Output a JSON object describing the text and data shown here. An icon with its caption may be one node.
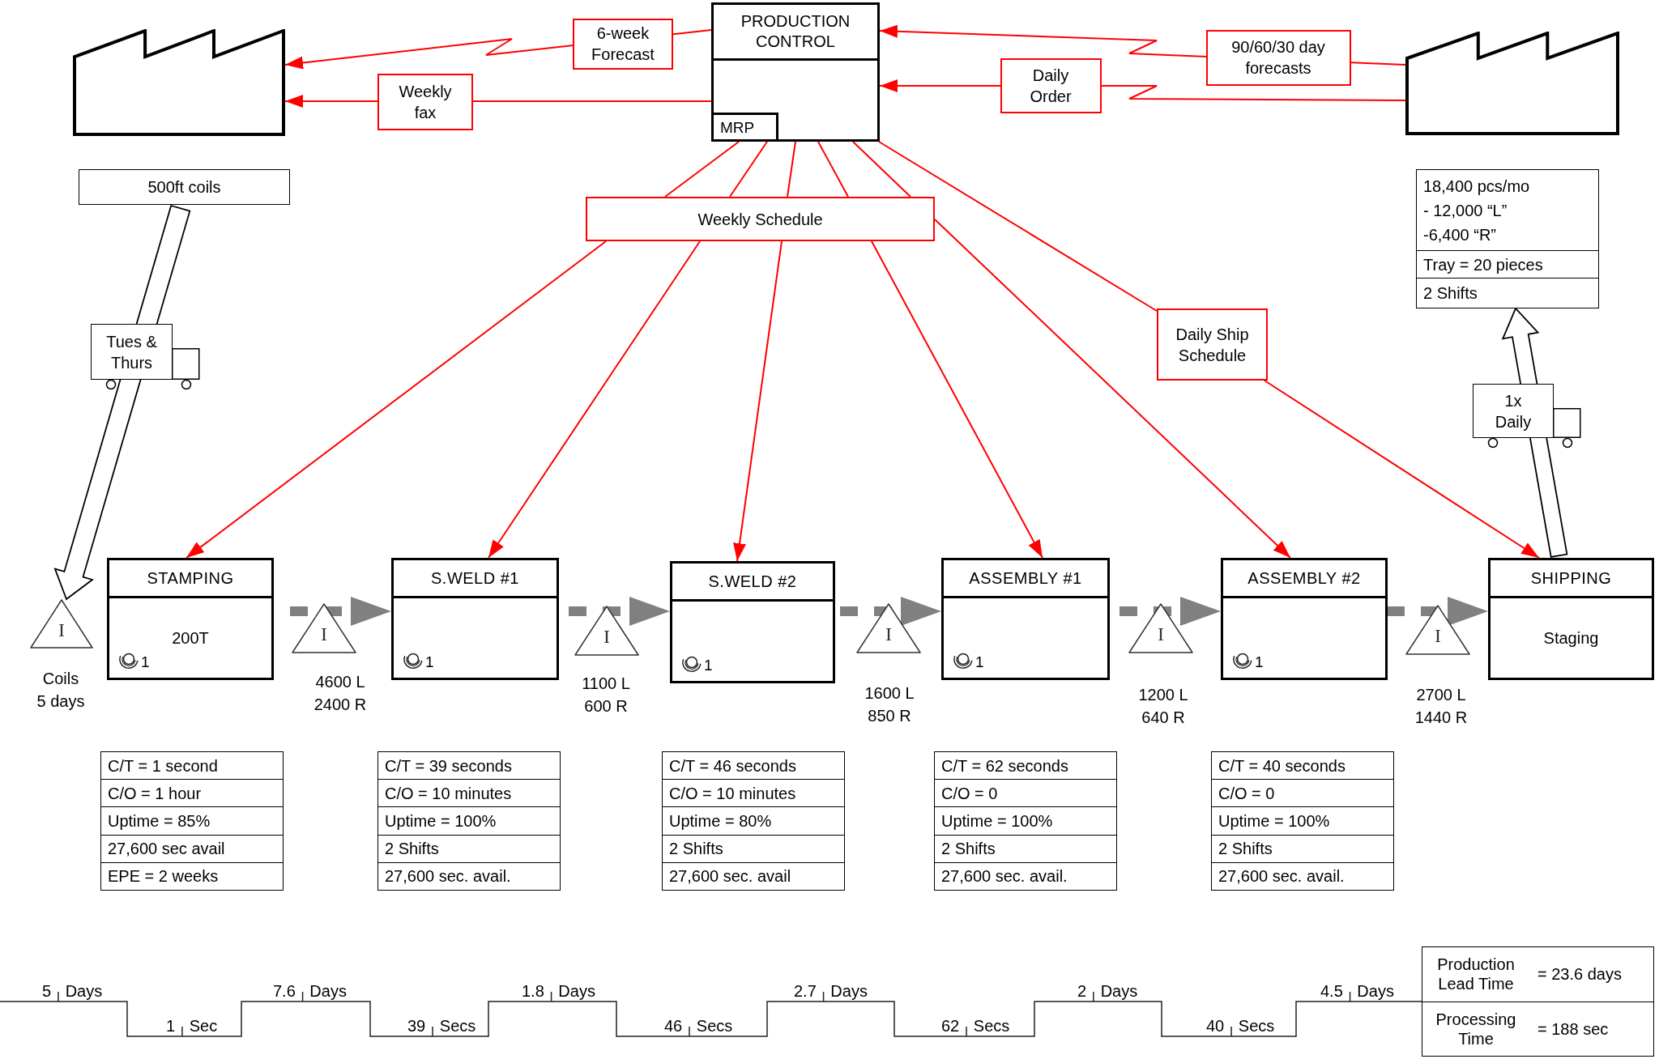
{
  "diagram": {
    "nodes": [
      {
        "text": [],
        "shape": "factory"
      },
      {
        "text": [
          "PRODUCTION CONTROL"
        ]
      },
      {
        "text": [
          "MRP"
        ],
        "in": 1
      },
      {
        "text": [],
        "shape": "factory"
      },
      {
        "text": [
          "500ft coils"
        ]
      },
      {
        "text": [
          "Weekly Schedule"
        ]
      },
      {
        "text": [
          "18,400 pcs/mo",
          "- 12,000 “L”",
          "-6,400 “R”",
          "Tray = 20 pieces",
          "2 Shifts"
        ]
      },
      {
        "text": [
          "Daily Ship Schedule"
        ]
      },
      {
        "text": [
          "I"
        ],
        "beside": [
          "Coils 5 days"
        ]
      },
      {
        "text": [
          "STAMPING",
          "200T",
          "1"
        ]
      },
      {
        "text": [
          "I"
        ],
        "beside": [
          "4600 L 2400 R"
        ]
      },
      {
        "text": [
          "S.WELD #1",
          "1"
        ]
      },
      {
        "text": [
          "I"
        ],
        "beside": [
          "1100 L 600 R"
        ]
      },
      {
        "text": [
          "S.WELD #2",
          "1"
        ]
      },
      {
        "text": [
          "I"
        ],
        "beside": [
          "1600 L 850 R"
        ]
      },
      {
        "text": [
          "ASSEMBLY #1",
          "1"
        ]
      },
      {
        "text": [
          "I"
        ],
        "beside": [
          "1200 L 640 R"
        ]
      },
      {
        "text": [
          "ASSEMBLY #2",
          "1"
        ]
      },
      {
        "text": [
          "I"
        ],
        "beside": [
          "2700 L 1440 R"
        ]
      },
      {
        "text": [
          "SHIPPING",
          "Staging"
        ]
      },
      {
        "text": [
          "C/T = 1 second",
          "C/O = 1 hour",
          "Uptime = 85%",
          "27,600 sec avail",
          "EPE = 2 weeks"
        ]
      },
      {
        "text": [
          "C/T = 39 seconds",
          "C/O = 10 minutes",
          "Uptime = 100%",
          "2 Shifts",
          "27,600 sec. avail."
        ]
      },
      {
        "text": [
          "C/T = 46 seconds",
          "C/O = 10 minutes",
          "Uptime = 80%",
          "2 Shifts",
          "27,600 sec. avail"
        ]
      },
      {
        "text": [
          "C/T = 62 seconds",
          "C/O = 0",
          "Uptime = 100%",
          "2 Shifts",
          "27,600 sec. avail."
        ]
      },
      {
        "text": [
          "C/T = 40 seconds",
          "C/O = 0",
          "Uptime = 100%",
          "2 Shifts",
          "27,600 sec. avail."
        ]
      },
      {
        "text": [
          "Production Lead Time",
          "= 23.6 days",
          "Processing Time",
          "= 188 sec"
        ]
      }
    ],
    "edges": [
      {
        "from": 1,
        "to": 0,
        "arrow": "to",
        "label": "6-week Forecast"
      },
      {
        "from": 1,
        "to": 0,
        "arrow": "to",
        "label": "Weekly fax"
      },
      {
        "from": 3,
        "to": 1,
        "arrow": "to",
        "label": "90/60/30 day forecasts"
      },
      {
        "from": 3,
        "to": 1,
        "arrow": "to",
        "label": "Daily Order"
      },
      {
        "from": 1,
        "to": 5,
        "arrow": "none"
      },
      {
        "from": 1,
        "to": 5,
        "arrow": "none"
      },
      {
        "from": 1,
        "to": 5,
        "arrow": "none"
      },
      {
        "from": 1,
        "to": 5,
        "arrow": "none"
      },
      {
        "from": 1,
        "to": 5,
        "arrow": "none"
      },
      {
        "from": 5,
        "to": 9,
        "arrow": "to"
      },
      {
        "from": 5,
        "to": 11,
        "arrow": "to"
      },
      {
        "from": 5,
        "to": 13,
        "arrow": "to"
      },
      {
        "from": 5,
        "to": 15,
        "arrow": "to"
      },
      {
        "from": 5,
        "to": 17,
        "arrow": "to"
      },
      {
        "from": 1,
        "to": 7,
        "arrow": "none"
      },
      {
        "from": 7,
        "to": 19,
        "arrow": "to"
      },
      {
        "from": 4,
        "to": 8,
        "arrow": "to",
        "label": "Tues & Thurs",
        "style": "thick",
        "color": "#000000"
      },
      {
        "from": 19,
        "to": 6,
        "arrow": "to",
        "label": "1x Daily",
        "style": "thick",
        "color": "#000000"
      },
      {
        "from": 9,
        "to": 11,
        "arrow": "to",
        "style": "dashed",
        "color": "#808080"
      },
      {
        "from": 11,
        "to": 13,
        "arrow": "to",
        "style": "dashed",
        "color": "#808080"
      },
      {
        "from": 13,
        "to": 15,
        "arrow": "to",
        "style": "dashed",
        "color": "#808080"
      },
      {
        "from": 15,
        "to": 17,
        "arrow": "to",
        "style": "dashed",
        "color": "#808080"
      },
      {
        "from": 17,
        "to": 19,
        "arrow": "to",
        "style": "dashed",
        "color": "#808080"
      }
    ],
    "labels": [
      "5 Days",
      "1 Sec",
      "7.6 Days",
      "39 Secs",
      "1.8 Days",
      "46 Secs",
      "2.7 Days",
      "62 Secs",
      "2 Days",
      "40 Secs",
      "4.5 Days"
    ]
  }
}
